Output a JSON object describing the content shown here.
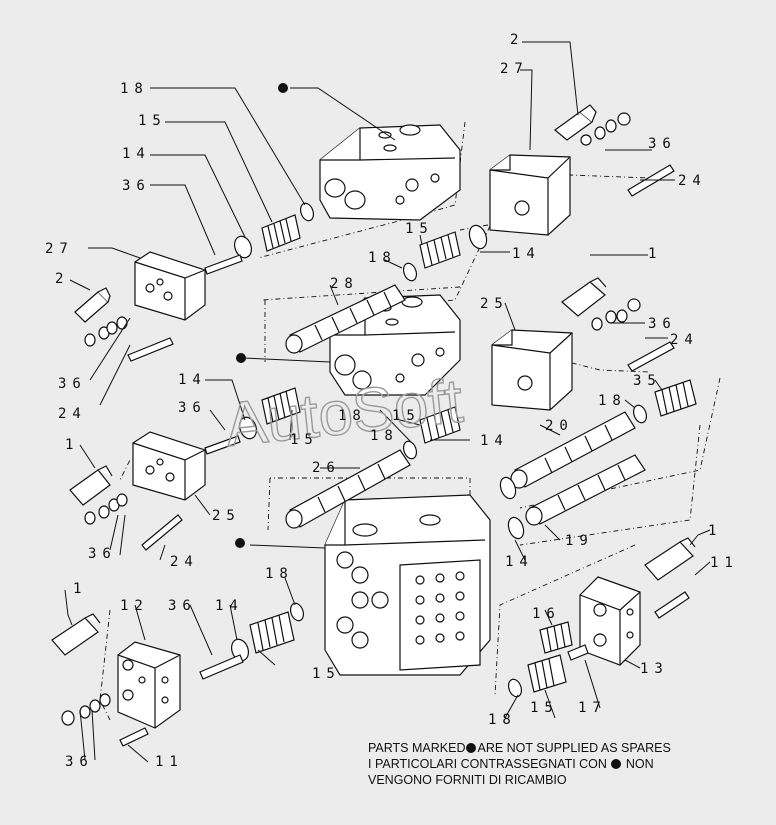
{
  "labels": {
    "l_2_top": "2",
    "l_27_top": "27",
    "l_18_top": "18",
    "l_15_top": "15",
    "l_14_top": "14",
    "l_36_top": "36",
    "l_36_right_top": "36",
    "l_24_right_top": "24",
    "l_27_left": "27",
    "l_2_left": "2",
    "l_15_mid": "15",
    "l_14_mid": "14",
    "l_18_mid": "18",
    "l_28": "28",
    "l_25_right": "25",
    "l_1_right_top": "1",
    "l_36_right_mid": "36",
    "l_24_right_mid": "24",
    "l_36_left_mid": "36",
    "l_24_left_mid": "24",
    "l_14_left": "14",
    "l_36_left": "36",
    "l_15_left": "15",
    "l_18_c1": "18",
    "l_15_c1": "15",
    "l_18_c2": "18",
    "l_14_c": "14",
    "l_20": "20",
    "l_35": "35",
    "l_18_right": "18",
    "l_1_left": "1",
    "l_25_left": "25",
    "l_26": "26",
    "l_36_left_low": "36",
    "l_24_left_low": "24",
    "l_19": "19",
    "l_14_low": "14",
    "l_1_right_low": "1",
    "l_11_right": "11",
    "l_18_low": "18",
    "l_1_bot": "1",
    "l_12": "12",
    "l_36_bot": "36",
    "l_14_bot": "14",
    "l_15_bot": "15",
    "l_16": "16",
    "l_13": "13",
    "l_36_bl": "36",
    "l_11_bl": "11",
    "l_18_br": "18",
    "l_15_br": "15",
    "l_17": "17"
  },
  "watermark": "AutoSoft",
  "note": {
    "line1_a": "PARTS MARKED",
    "line1_b": "ARE NOT SUPPLIED AS SPARES",
    "line2_a": "I PARTICOLARI CONTRASSEGNATI CON",
    "line2_b": "NON",
    "line3": "VENGONO FORNITI DI RICAMBIO"
  }
}
